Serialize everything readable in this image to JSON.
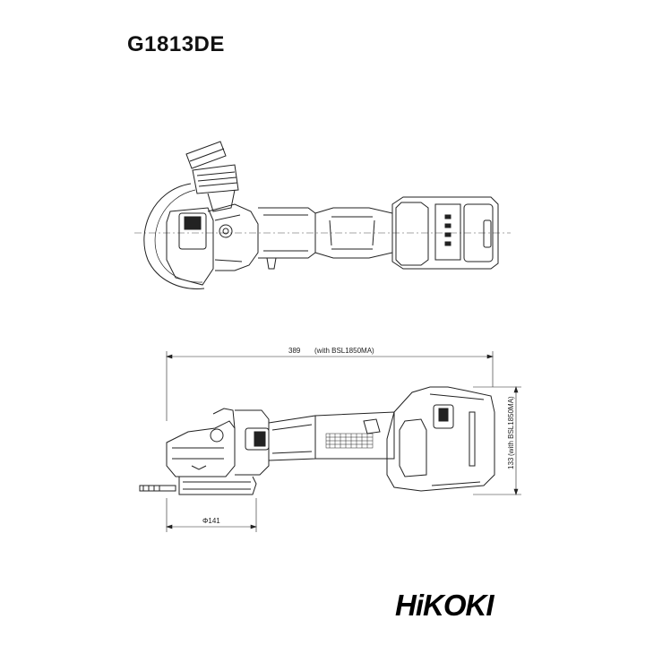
{
  "model": {
    "name": "G1813DE"
  },
  "dimensions": {
    "length_value": "389",
    "length_note": "(with BSL1850MA)",
    "height_value": "133",
    "height_note": "(with BSL1850MA)",
    "wheel_diameter": "Φ141"
  },
  "brand": {
    "logo_text": "HiKOKI"
  },
  "colors": {
    "line": "#222222",
    "background": "#ffffff"
  }
}
